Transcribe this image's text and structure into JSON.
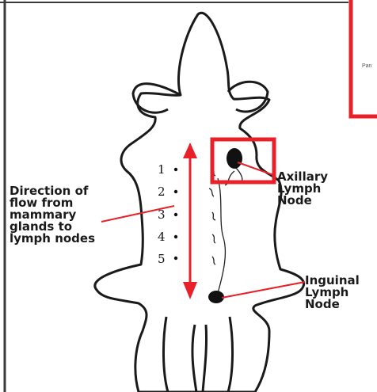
{
  "labels": {
    "direction": "Direction of\nflow from\nmammary\nglands to\nlymph nodes",
    "axillary": "Axillary\nLymph\nNode",
    "inguinal": "Inguinal\nLymph\nNode"
  },
  "gland_numbers": [
    "1",
    "2",
    "3",
    "4",
    "5"
  ],
  "inset_text": "Pan",
  "colors": {
    "highlight": "#e8202a",
    "outline": "#1a1a1a",
    "border": "#3a3a3a"
  }
}
